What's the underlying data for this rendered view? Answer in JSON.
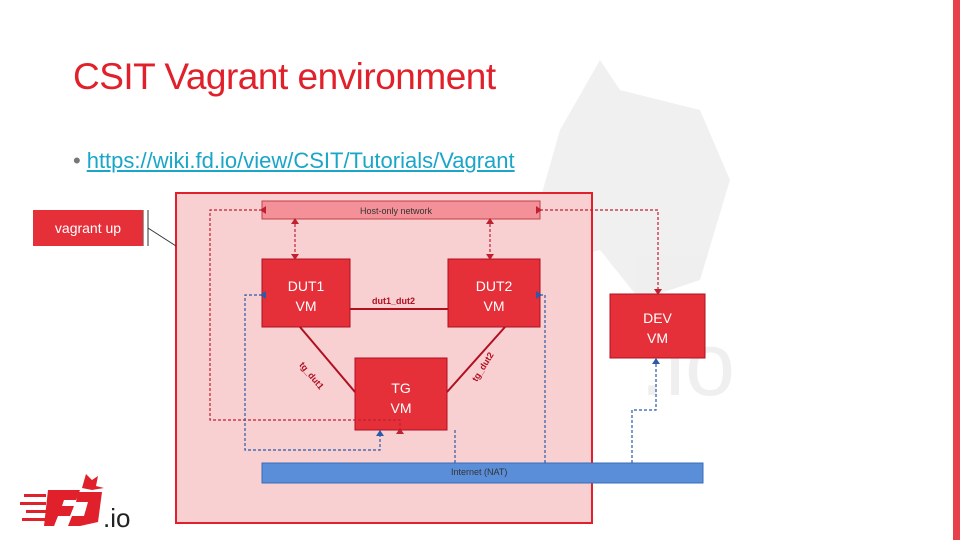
{
  "slide": {
    "title": "CSIT Vagrant environment",
    "bullet_link": "https://wiki.fd.io/view/CSIT/Tutorials/Vagrant"
  },
  "callout": {
    "label": "vagrant up"
  },
  "diagram": {
    "host_only_network": "Host-only network",
    "internet": "Internet (NAT)",
    "dut1": {
      "line1": "DUT1",
      "line2": "VM"
    },
    "dut2": {
      "line1": "DUT2",
      "line2": "VM"
    },
    "tg": {
      "line1": "TG",
      "line2": "VM"
    },
    "dev": {
      "line1": "DEV",
      "line2": "VM"
    },
    "link_dut1_dut2": "dut1_dut2",
    "link_tg_dut1": "tg_dut1",
    "link_tg_dut2": "tg_dut2"
  },
  "logo": {
    "text": ".io"
  },
  "colors": {
    "accent": "#e0202a",
    "vm_fill": "#e5303a",
    "env_fill": "#f8d0d2",
    "network_fill": "#f49098",
    "internet_fill": "#5b8ed8",
    "link": "#1aa6c8"
  }
}
